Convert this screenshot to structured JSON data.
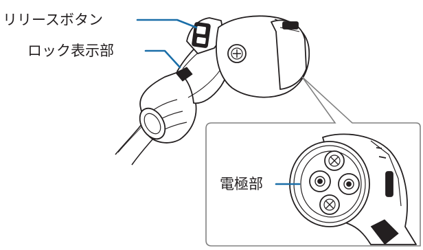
{
  "labels": {
    "release_button": "リリースボタン",
    "lock_indicator": "ロック表示部",
    "electrode": "電極部"
  },
  "colors": {
    "leader_line": "#1a6ea8",
    "outline": "#231f20",
    "callout_border": "#808080"
  },
  "icons": {
    "connector": "charging-connector-illustration",
    "connector_face": "connector-electrode-face-illustration"
  }
}
